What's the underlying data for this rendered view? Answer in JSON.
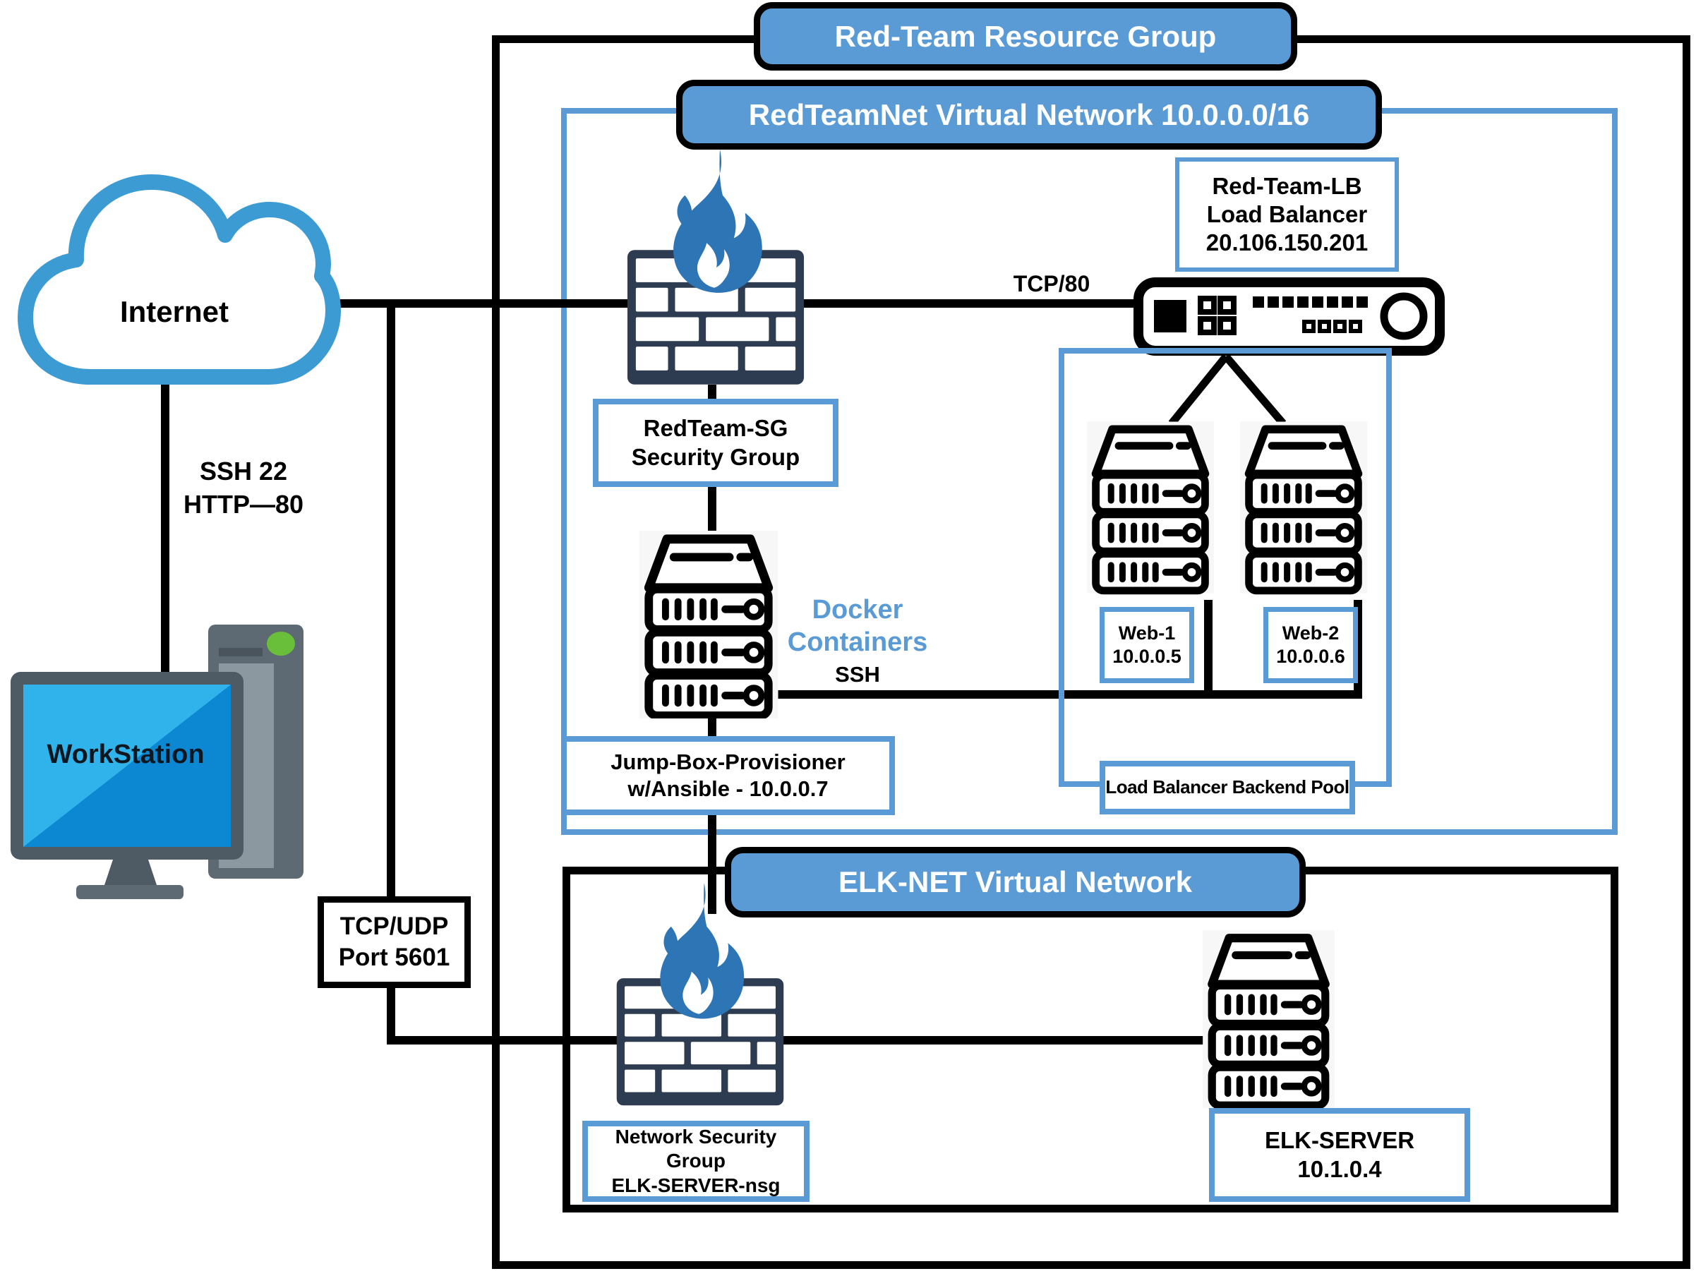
{
  "headers": {
    "resource_group": "Red-Team Resource Group",
    "virtual_network": "RedTeamNet Virtual Network 10.0.0.0/16",
    "elk_network": "ELK-NET Virtual Network"
  },
  "internet": {
    "label": "Internet"
  },
  "workstation": {
    "label": "WorkStation"
  },
  "connections": {
    "internet_workstation": {
      "line1": "SSH  22",
      "line2": "HTTP—80"
    },
    "firewall_lb": {
      "label": "TCP/80"
    },
    "workstation_elk": {
      "line1": "TCP/UDP",
      "line2": "Port 5601"
    },
    "jumpbox_pool": {
      "line1": "Docker",
      "line2": "Containers",
      "line3": "SSH"
    }
  },
  "nodes": {
    "security_group": {
      "line1": "RedTeam-SG",
      "line2": "Security Group"
    },
    "load_balancer": {
      "line1": "Red-Team-LB",
      "line2": "Load Balancer",
      "line3": "20.106.150.201"
    },
    "jump_box": {
      "line1": "Jump-Box-Provisioner",
      "line2": "w/Ansible - 10.0.0.7"
    },
    "web1": {
      "line1": "Web-1",
      "line2": "10.0.0.5"
    },
    "web2": {
      "line1": "Web-2",
      "line2": "10.0.0.6"
    },
    "backend_pool": {
      "label": "Load Balancer Backend Pool"
    },
    "elk_nsg": {
      "line1": "Network Security Group",
      "line2": "ELK-SERVER-nsg"
    },
    "elk_server": {
      "line1": "ELK-SERVER",
      "line2": "10.1.0.4"
    }
  },
  "colors": {
    "accent_blue": "#5b9bd5",
    "flame_blue": "#2e75b6",
    "cloud_blue": "#3d9bd4",
    "brick_dark": "#2d3c50",
    "screen_light": "#2fb3ea",
    "screen_dark": "#0b88d1"
  }
}
